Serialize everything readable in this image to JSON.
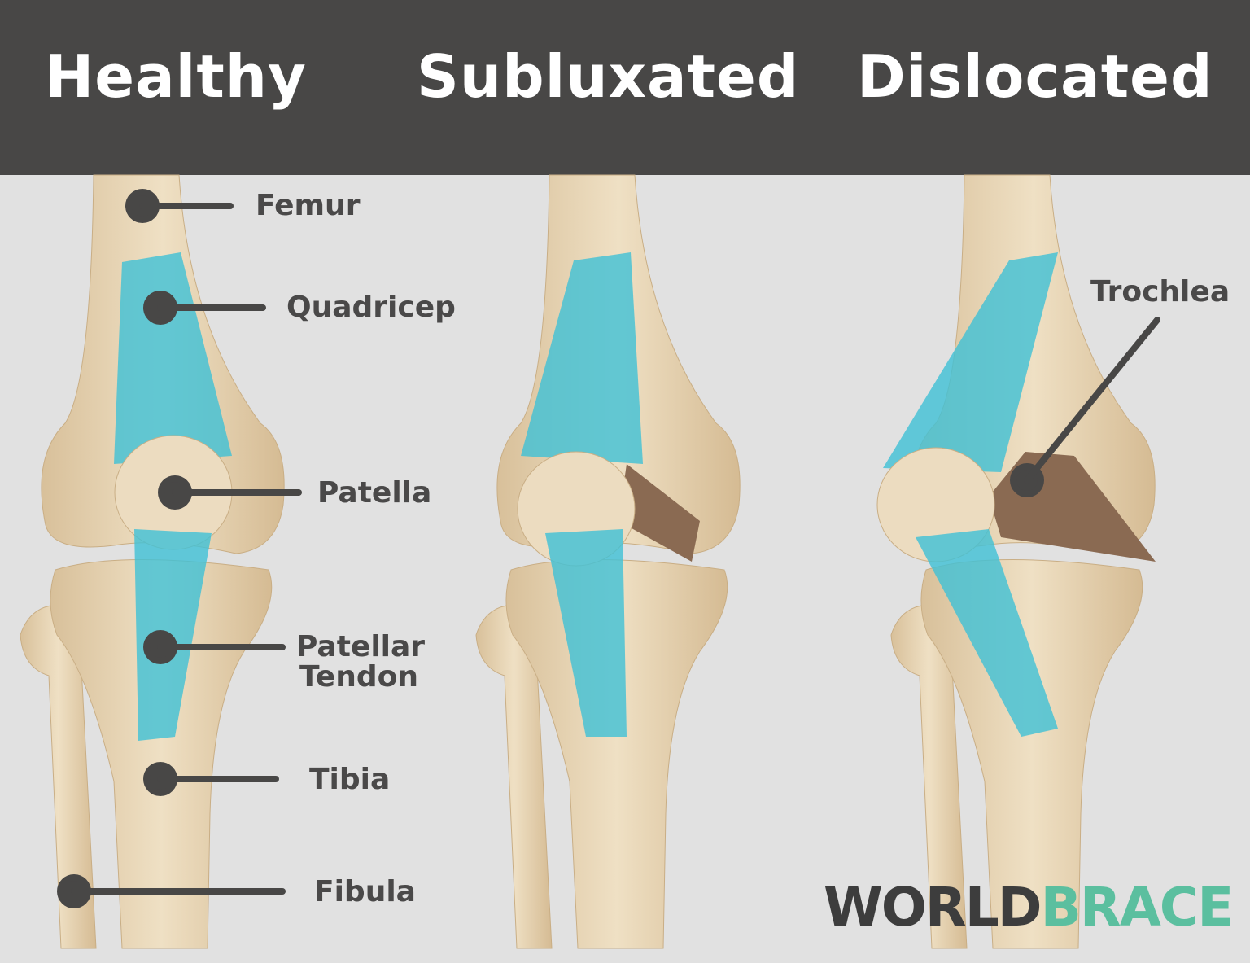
{
  "titles": {
    "healthy": "Healthy",
    "subluxated": "Subluxated",
    "dislocated": "Dislocated"
  },
  "labels": {
    "femur": "Femur",
    "quadricep": "Quadricep",
    "patella": "Patella",
    "patellar_tendon_line1": "Patellar",
    "patellar_tendon_line2": "Tendon",
    "tibia": "Tibia",
    "fibula": "Fibula",
    "trochlea": "Trochlea"
  },
  "logo": {
    "part1": "WORLD",
    "part2": "BRACE"
  },
  "colors": {
    "header": "#484746",
    "background": "#e1e1e1",
    "bone": "#e6d2b0",
    "tendon": "#3fc1d6",
    "trochlea": "#8a6a52",
    "label": "#4a4949",
    "logo_green": "#5bbf9f"
  }
}
